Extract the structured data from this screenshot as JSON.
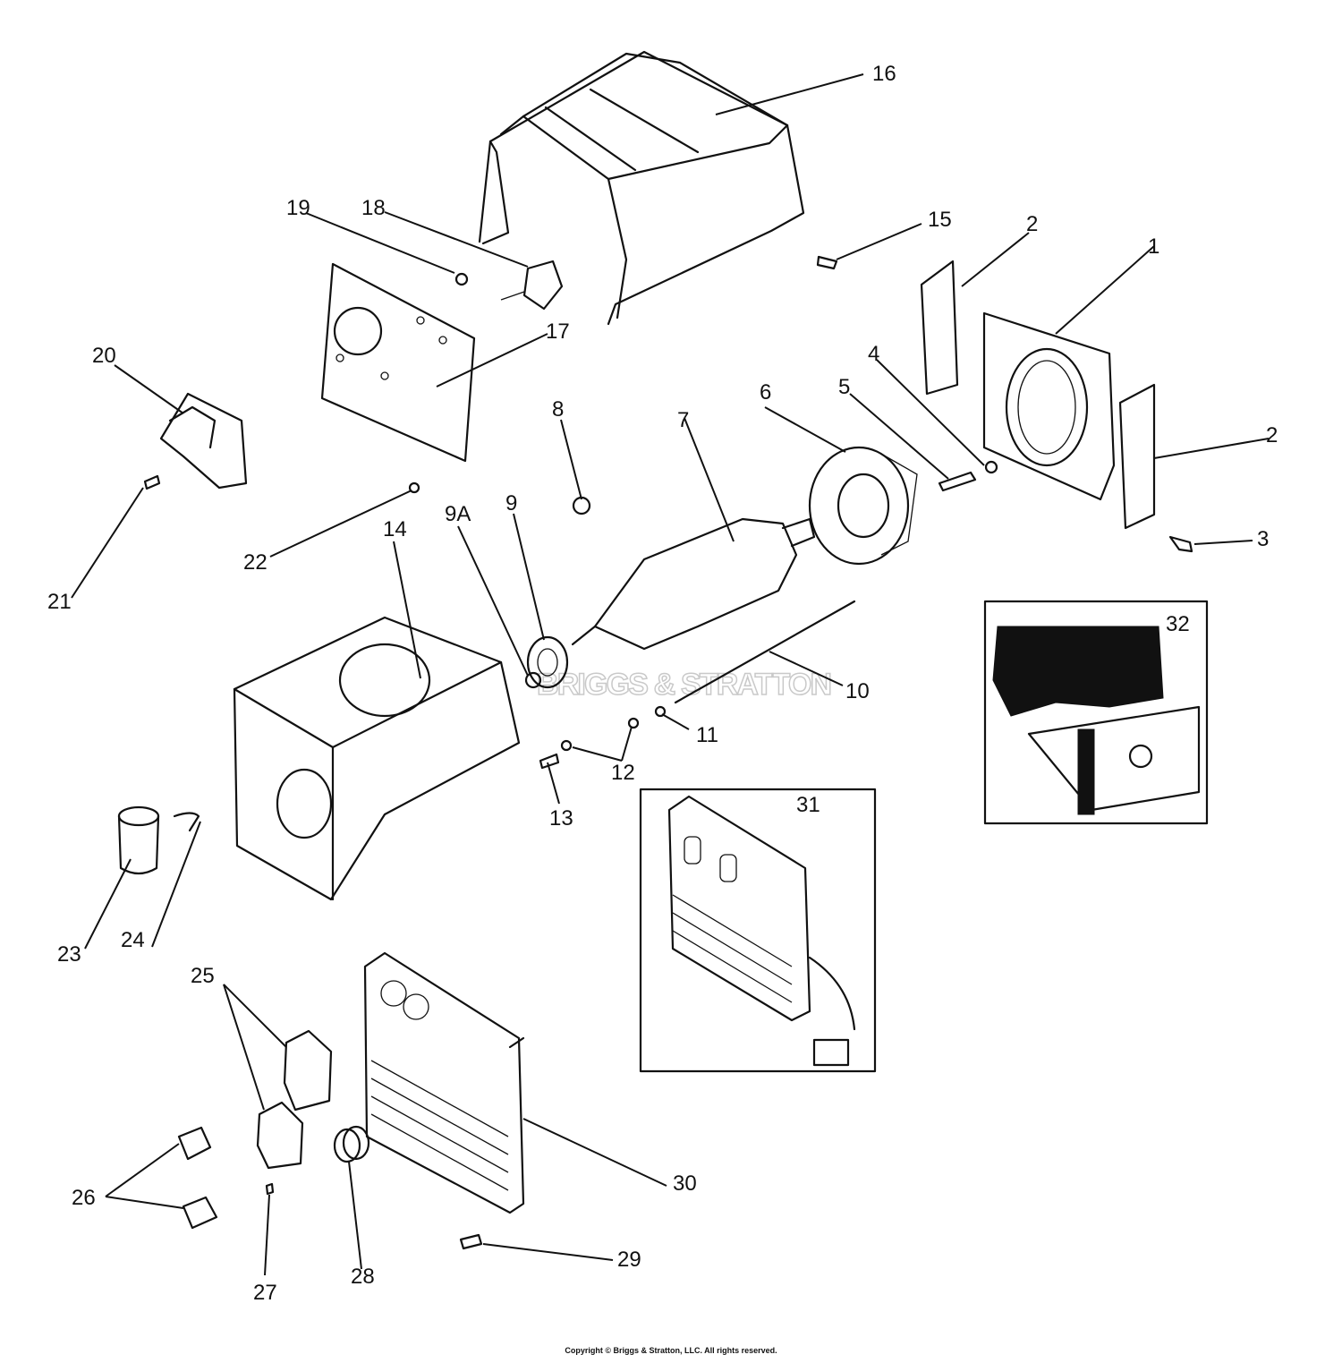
{
  "watermark": "BRIGGS & STRATTON",
  "copyright": "Copyright © Briggs & Stratton, LLC. All rights reserved.",
  "callouts": {
    "c1": "1",
    "c2a": "2",
    "c2b": "2",
    "c3": "3",
    "c4": "4",
    "c5": "5",
    "c6": "6",
    "c7": "7",
    "c8": "8",
    "c9": "9",
    "c9a": "9A",
    "c10": "10",
    "c11": "11",
    "c12": "12",
    "c13": "13",
    "c14": "14",
    "c15": "15",
    "c16": "16",
    "c17": "17",
    "c18": "18",
    "c19": "19",
    "c20": "20",
    "c21": "21",
    "c22": "22",
    "c23": "23",
    "c24": "24",
    "c25": "25",
    "c26": "26",
    "c27": "27",
    "c28": "28",
    "c29": "29",
    "c30": "30",
    "c31": "31",
    "c32": "32"
  }
}
